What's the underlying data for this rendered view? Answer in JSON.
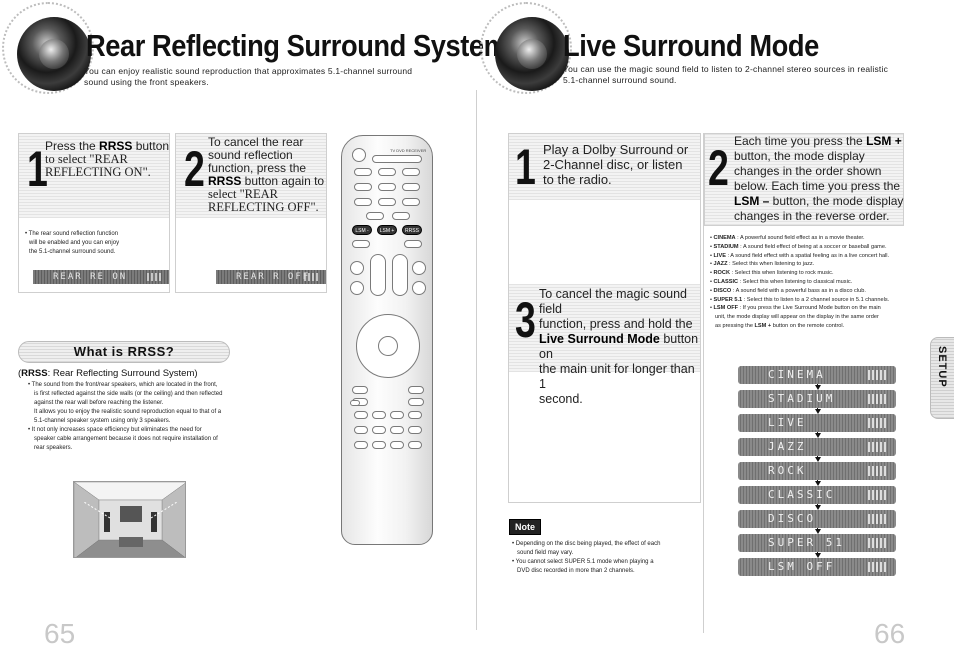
{
  "left": {
    "title": "Rear Reflecting Surround System",
    "subtitle_line1": "You can enjoy realistic sound reproduction that approximates 5.1-channel surround",
    "subtitle_line2": "sound using the front speakers.",
    "step1": {
      "number": "1",
      "line1_pre": "Press the ",
      "line1_bold": "RRSS",
      "line1_post": " button",
      "line2": "to select \"REAR",
      "line3": "REFLECTING ON\".",
      "note": [
        "• The rear sound reflection function",
        "will be enabled and you can enjoy",
        "the 5.1-channel surround sound."
      ],
      "lcd": "REAR RE ON"
    },
    "step2": {
      "number": "2",
      "line1": "To cancel the rear",
      "line2": "sound reflection",
      "line3": "function, press the",
      "line4_bold": "RRSS",
      "line4_post": " button again to",
      "line5": "select \"REAR",
      "line6": "REFLECTING OFF\".",
      "lcd": "REAR R OFF"
    },
    "rrss": {
      "pill": "What is RRSS?",
      "head_open": "(",
      "head_bold": "RRSS",
      "head_rest": ": Rear Reflecting Surround System)",
      "body": [
        "• The sound from the front/rear speakers, which are located in the front,",
        "is first reflected against the side walls (or the ceiling) and then reflected",
        "against the rear wall before reaching the listener.",
        "It allows you to enjoy the realistic sound reproduction equal to that of a",
        "5.1-channel speaker system using only 3 speakers.",
        "• It not only increases space efficiency but eliminates the need for",
        "speaker cable arrangement because it does not require installation of",
        "rear speakers."
      ]
    },
    "page_number": "65"
  },
  "remote": {
    "buttons_top": [
      "TV",
      "DVD RECEIVER"
    ],
    "buttons_lsm": [
      "LSM -",
      "LSM +",
      "RRSS"
    ]
  },
  "right": {
    "title": "Live Surround Mode",
    "subtitle_line1": "You can use the magic sound field to listen to 2-channel stereo sources in realistic",
    "subtitle_line2": "5.1-channel surround sound.",
    "step1": {
      "number": "1",
      "lines": [
        "Play a Dolby Surround or",
        "2-Channel disc, or listen",
        "to the radio."
      ]
    },
    "step2": {
      "number": "2",
      "line1_pre": "Each time you press the ",
      "line1_bold": "LSM +",
      "line2": "button, the mode display",
      "line3": "changes in the order shown",
      "line4": "below. Each time you press the",
      "line5_bold": "LSM –",
      "line5_post": " button, the mode display",
      "line6": "changes in the reverse order."
    },
    "step3": {
      "number": "3",
      "line1": "To cancel the magic sound field",
      "line2": "function, press and hold the",
      "line3_bold": "Live Surround Mode",
      "line3_post": " button on",
      "line4": "the main unit for longer than 1",
      "line5": "second."
    },
    "modes_desc": [
      {
        "bold": "CINEMA",
        "text": " : A powerful sound field effect as in a movie theater."
      },
      {
        "bold": "STADIUM",
        "text": " : A sound field effect of being at a soccer or baseball game."
      },
      {
        "bold": "LIVE",
        "text": " : A sound field effect with a spatial feeling as in a live concert hall."
      },
      {
        "bold": "JAZZ",
        "text": " : Select this when listening to jazz."
      },
      {
        "bold": "ROCK",
        "text": " : Select this when listening to rock music."
      },
      {
        "bold": "CLASSIC",
        "text": " : Select this when listening to classical music."
      },
      {
        "bold": "DISCO",
        "text": " : A sound field with a powerful bass as in a disco club."
      },
      {
        "bold": "SUPER 5.1",
        "text": " : Select this to listen to a 2 channel source in 5.1 channels."
      },
      {
        "bold": "LSM OFF",
        "text": " : If you press the Live Surround Mode button on the main"
      }
    ],
    "lsm_off_cont1": "unit, the mode display will appear on the display in the same order",
    "lsm_off_cont2_pre": "as pressing the ",
    "lsm_off_cont2_bold": "LSM +",
    "lsm_off_cont2_post": " button on the remote control.",
    "mode_bars": [
      "CINEMA",
      "STADIUM",
      "LIVE",
      "JAZZ",
      "ROCK",
      "CLASSIC",
      "DISCO",
      "SUPER 51",
      "LSM OFF"
    ],
    "note": {
      "badge": "Note",
      "lines": [
        "• Depending on the disc being played, the effect of each",
        "sound field may vary.",
        "• You cannot select SUPER 5.1 mode when playing a",
        "DVD disc recorded in more than 2 channels."
      ]
    },
    "setup_tab": "SETUP",
    "page_number": "66"
  }
}
